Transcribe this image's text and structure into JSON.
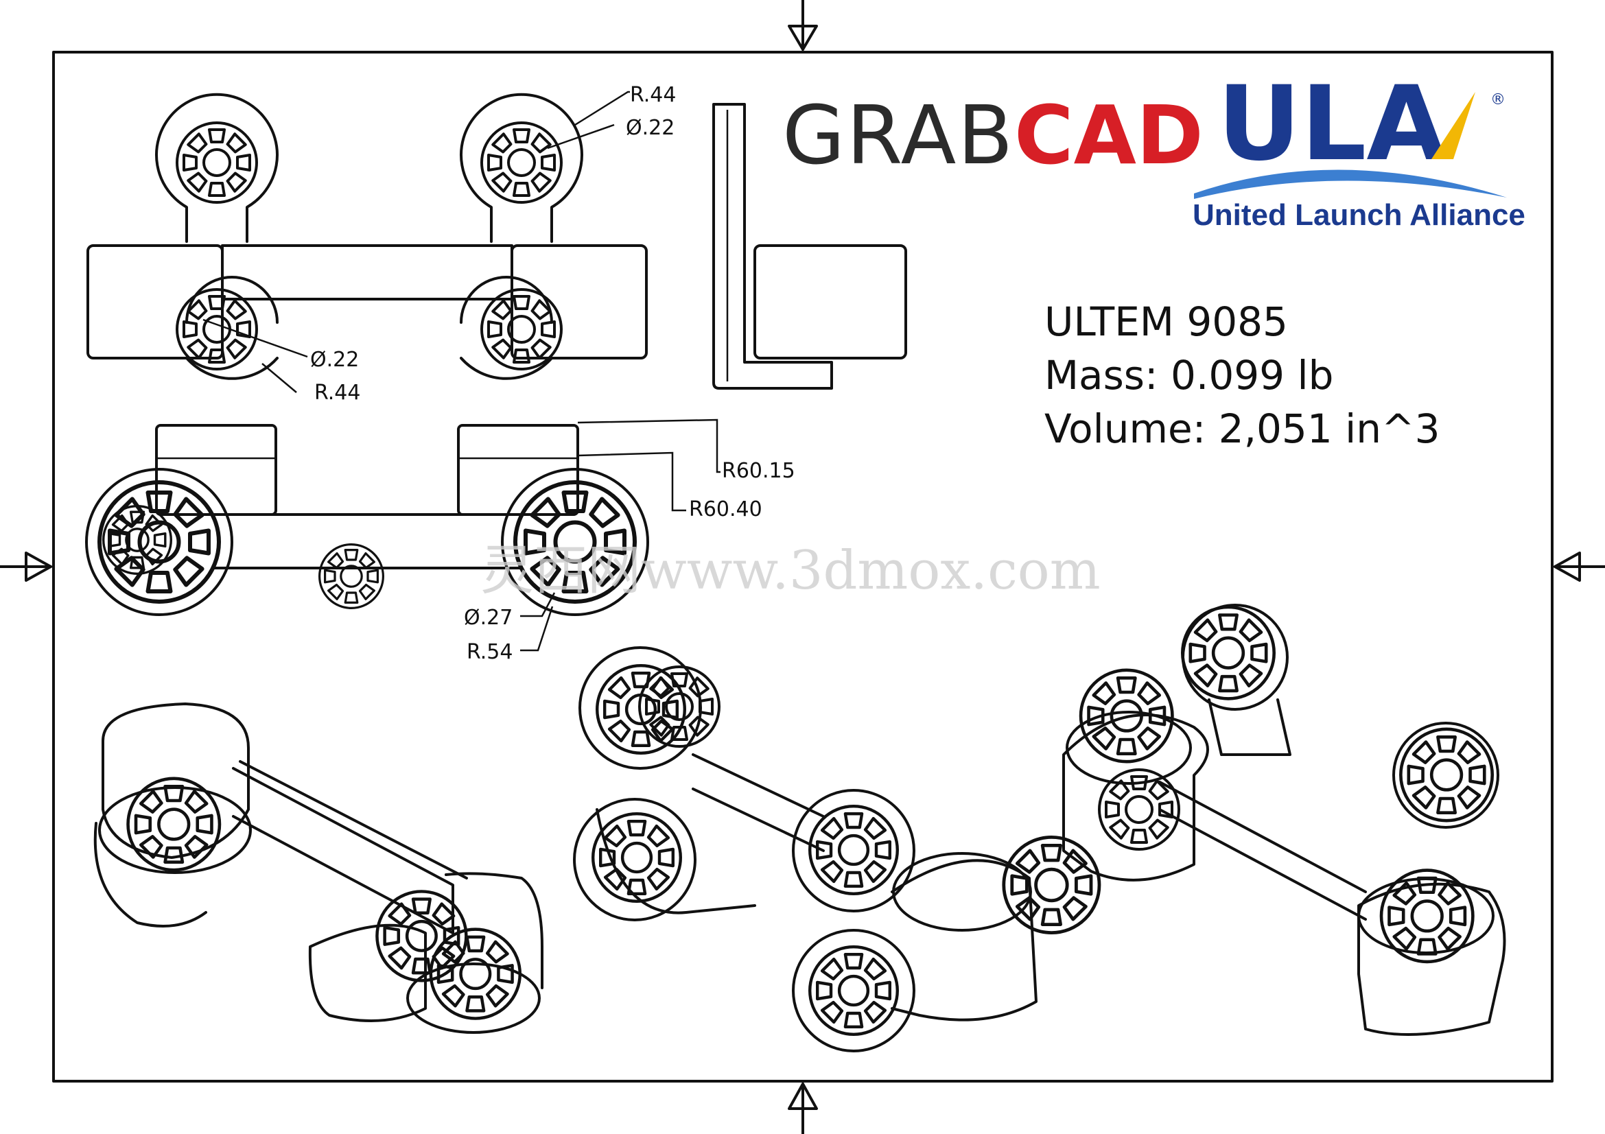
{
  "logos": {
    "grab": "GRAB",
    "cad": "CAD",
    "ula": "ULA",
    "ula_registered": "®",
    "ula_subtitle": "United Launch Alliance",
    "colors": {
      "grabcad_gray": "#2b2b2b",
      "grabcad_red": "#d71f26",
      "ula_blue": "#1b3a8f",
      "ula_gold": "#f2b705"
    }
  },
  "info": {
    "material": "ULTEM 9085",
    "mass": "Mass: 0.099 lb",
    "volume": "Volume: 2,051 in^3"
  },
  "dimensions": {
    "top_right_radius": "R.44",
    "top_right_diameter": "Ø.22",
    "top_left_diameter": "Ø.22",
    "top_left_radius": "R.44",
    "front_radius_1": "R60.15",
    "front_radius_2": "R60.40",
    "front_diameter": "Ø.27",
    "front_radius_small": "R.54"
  },
  "watermark": "灵西网www.3dmox.com"
}
